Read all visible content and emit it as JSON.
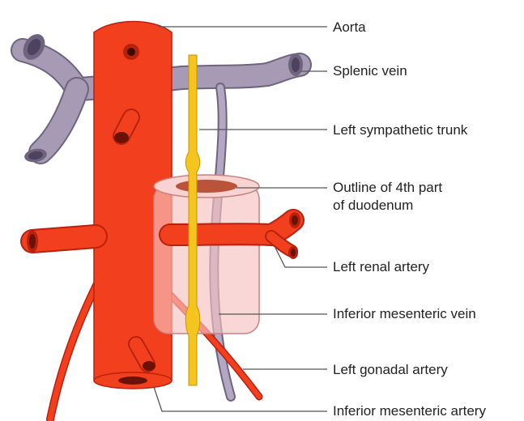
{
  "labels": {
    "aorta": "Aorta",
    "splenic_vein": "Splenic vein",
    "sympathetic_trunk": "Left sympathetic trunk",
    "duodenum_line1": "Outline of 4th part",
    "duodenum_line2": "of duodenum",
    "renal_artery": "Left renal artery",
    "imv": "Inferior mesenteric vein",
    "gonadal_artery": "Left gonadal artery",
    "ima": "Inferior mesenteric artery"
  },
  "colors": {
    "artery": "#f2401f",
    "artery_dark": "#b9210f",
    "vein": "#a79ab5",
    "vein_dark": "#6f6480",
    "nerve": "#f4c41f",
    "duodenum_fill": "#f6c2c0",
    "duodenum_stroke": "#c98080",
    "leader": "#555555"
  }
}
